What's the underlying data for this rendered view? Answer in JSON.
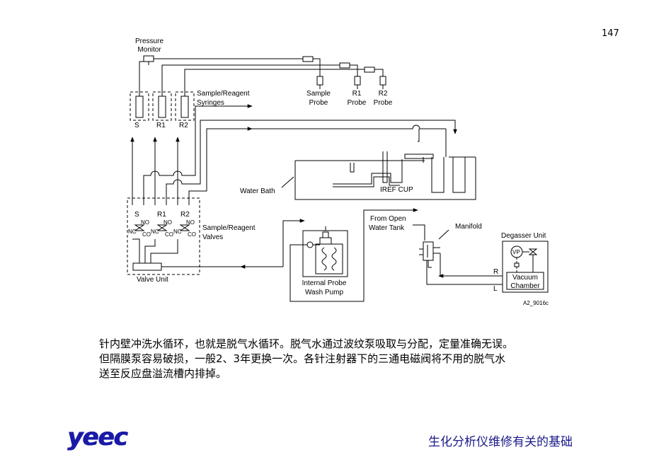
{
  "page_number": "147",
  "diagram": {
    "pressure_monitor": [
      "Pressure",
      "Monitor"
    ],
    "syringes_label": [
      "Sample/Reagent",
      "Syringes"
    ],
    "syringe_tags": [
      "S",
      "R1",
      "R2"
    ],
    "probes": [
      [
        "Sample",
        "Probe"
      ],
      [
        "R1",
        "Probe"
      ],
      [
        "R2",
        "Probe"
      ]
    ],
    "water_bath": "Water Bath",
    "iref_cup": "IREF  CUP",
    "valve_tags": [
      "S",
      "R1",
      "R2"
    ],
    "valve_ports": [
      "NO",
      "NC",
      "CO"
    ],
    "valves_label": [
      "Sample/Reagent",
      "Valves"
    ],
    "valve_unit": "Valve Unit",
    "wash_pump": [
      "Internal Probe",
      "Wash Pump"
    ],
    "open_water_tank": [
      "From Open",
      "Water Tank"
    ],
    "manifold": "Manifold",
    "degasser_unit": "Degasser Unit",
    "vp": "VP",
    "vacuum_chamber": [
      "Vacuum",
      "Chamber"
    ],
    "port_r": "R",
    "port_l": "L",
    "figure_code": "A2_9016c"
  },
  "caption": [
    "针内壁冲洗水循环，也就是脱气水循环。脱气水通过波纹泵吸取与分配，定量准确无误。",
    "但隔膜泵容易破损，一般2、3年更换一次。各针注射器下的三通电磁阀将不用的脱气水",
    "送至反应盘溢流槽内排掉。"
  ],
  "footer": {
    "logo": "yeec",
    "title": "生化分析仪维修有关的基础"
  }
}
